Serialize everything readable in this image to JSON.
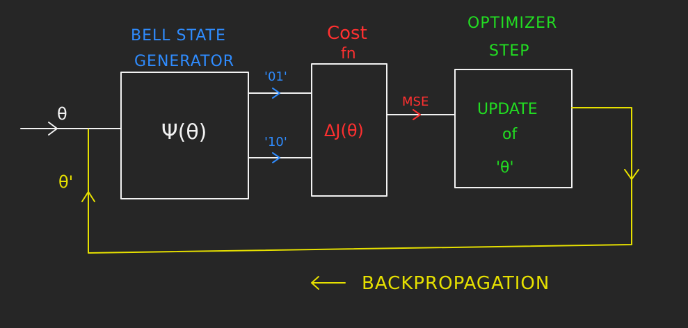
{
  "colors": {
    "background": "#262626",
    "line_white": "#f2f2f2",
    "blue": "#2f8cff",
    "red": "#ff3030",
    "green": "#22dd22",
    "yellow": "#e6e000"
  },
  "labels": {
    "generator_line1": "BELL STATE",
    "generator_line2": "GENERATOR",
    "generator_func": "Ψ(θ)",
    "cost_line1": "Cost",
    "cost_line2": "fn",
    "cost_func": "ΔJ(θ)",
    "optimizer_line1": "OPTIMIZER",
    "optimizer_line2": "STEP",
    "update_line1": "UPDATE",
    "update_line2": "of",
    "update_line3": "'θ'",
    "input_theta": "θ",
    "feedback_theta": "θ'",
    "state_01": "'01'",
    "state_10": "'10'",
    "mse": "MSE",
    "backprop": "BACKPROPAGATION"
  }
}
